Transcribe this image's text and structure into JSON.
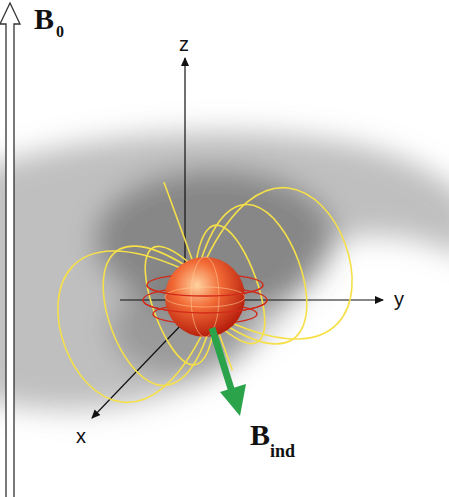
{
  "diagram": {
    "labels": [
      "B",
      "0",
      "z",
      "y",
      "x",
      "B",
      "ind"
    ]
  }
}
